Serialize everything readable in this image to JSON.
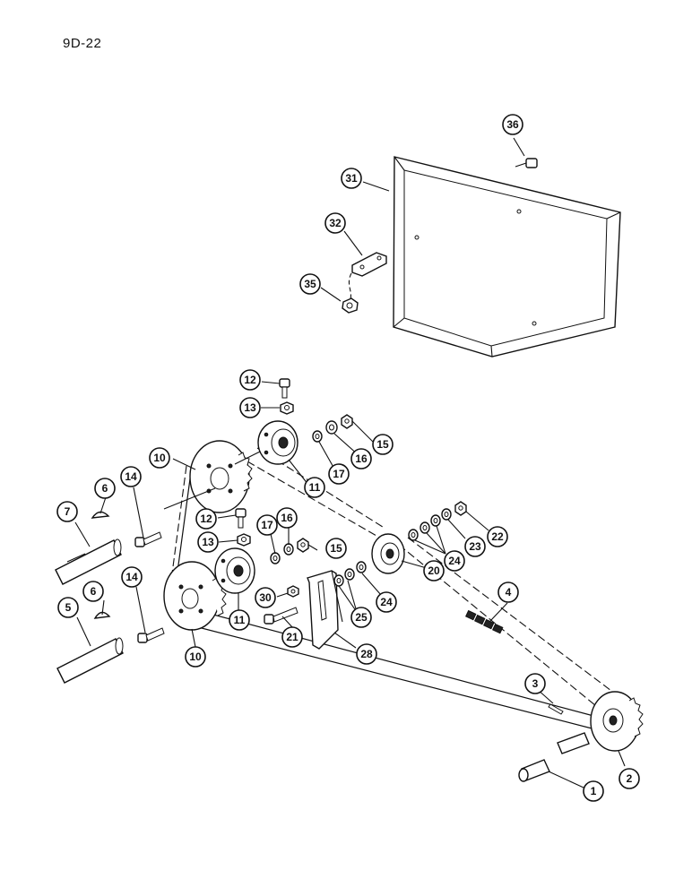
{
  "page": {
    "label": "9D-22"
  },
  "callouts": [
    {
      "id": "c1",
      "num": "1"
    },
    {
      "id": "c2",
      "num": "2"
    },
    {
      "id": "c3",
      "num": "3"
    },
    {
      "id": "c4",
      "num": "4"
    },
    {
      "id": "c5",
      "num": "5"
    },
    {
      "id": "c6a",
      "num": "6"
    },
    {
      "id": "c6b",
      "num": "6"
    },
    {
      "id": "c7",
      "num": "7"
    },
    {
      "id": "c10a",
      "num": "10"
    },
    {
      "id": "c10b",
      "num": "10"
    },
    {
      "id": "c11a",
      "num": "11"
    },
    {
      "id": "c11b",
      "num": "11"
    },
    {
      "id": "c12a",
      "num": "12"
    },
    {
      "id": "c12b",
      "num": "12"
    },
    {
      "id": "c13a",
      "num": "13"
    },
    {
      "id": "c13b",
      "num": "13"
    },
    {
      "id": "c14a",
      "num": "14"
    },
    {
      "id": "c14b",
      "num": "14"
    },
    {
      "id": "c15a",
      "num": "15"
    },
    {
      "id": "c15b",
      "num": "15"
    },
    {
      "id": "c16a",
      "num": "16"
    },
    {
      "id": "c16b",
      "num": "16"
    },
    {
      "id": "c17a",
      "num": "17"
    },
    {
      "id": "c17b",
      "num": "17"
    },
    {
      "id": "c20",
      "num": "20"
    },
    {
      "id": "c21",
      "num": "21"
    },
    {
      "id": "c22",
      "num": "22"
    },
    {
      "id": "c23",
      "num": "23"
    },
    {
      "id": "c24a",
      "num": "24"
    },
    {
      "id": "c24b",
      "num": "24"
    },
    {
      "id": "c25",
      "num": "25"
    },
    {
      "id": "c28",
      "num": "28"
    },
    {
      "id": "c30",
      "num": "30"
    },
    {
      "id": "c31",
      "num": "31"
    },
    {
      "id": "c32",
      "num": "32"
    },
    {
      "id": "c35",
      "num": "35"
    },
    {
      "id": "c36",
      "num": "36"
    }
  ]
}
